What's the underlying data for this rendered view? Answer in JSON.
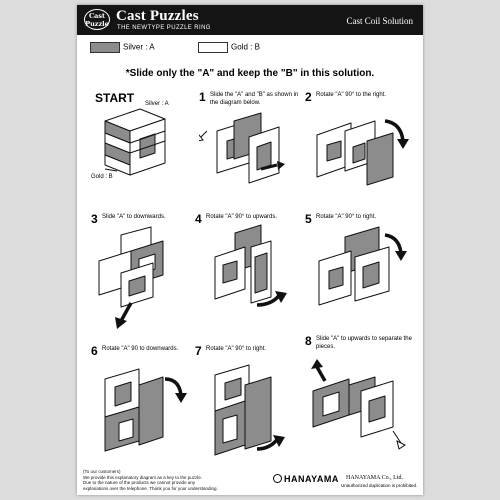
{
  "header": {
    "logo_top": "Cast",
    "logo_bottom": "Puzzle",
    "brand": "Cast Puzzles",
    "tagline": "THE NEWTYPE PUZZLE RING",
    "solution_title": "Cast Coil Solution"
  },
  "legend": {
    "a_label": "Silver : A",
    "b_label": "Gold : B"
  },
  "instruction": "*Slide only the \"A\" and keep the \"B\" in this solution.",
  "start": {
    "label": "START",
    "silver_label": "Silver : A",
    "gold_label": "Gold : B"
  },
  "steps": [
    {
      "num": "1",
      "caption": "Slide the \"A\" and \"B\" as shown in the diagram below."
    },
    {
      "num": "2",
      "caption": "Rotate \"A\" 90° to the right."
    },
    {
      "num": "3",
      "caption": "Slide \"A\" to downwards."
    },
    {
      "num": "4",
      "caption": "Rotate \"A\" 90° to upwards."
    },
    {
      "num": "5",
      "caption": "Rotate \"A\" 90° to right."
    },
    {
      "num": "6",
      "caption": "Rotate \"A\" 90 to downwards."
    },
    {
      "num": "7",
      "caption": "Rotate \"A\" 90° to right."
    },
    {
      "num": "8",
      "caption": "Slide \"A\" to upwards to separate the pieces."
    }
  ],
  "footer": {
    "lines": [
      "(To our customers)",
      "We provide this explanatory diagram as a key to the puzzle.",
      "Due to the nature of the products we cannot provide any",
      "explanations over the telephone. Thank you for your understanding."
    ],
    "logo": "HANAYAMA",
    "company": "HANAYAMA Co., Ltd.",
    "note": "Unauthorized duplication is prohibited."
  },
  "colors": {
    "silver": "#8c8c8c",
    "gold": "#ffffff",
    "ink": "#111111",
    "header_bg": "#141414"
  }
}
